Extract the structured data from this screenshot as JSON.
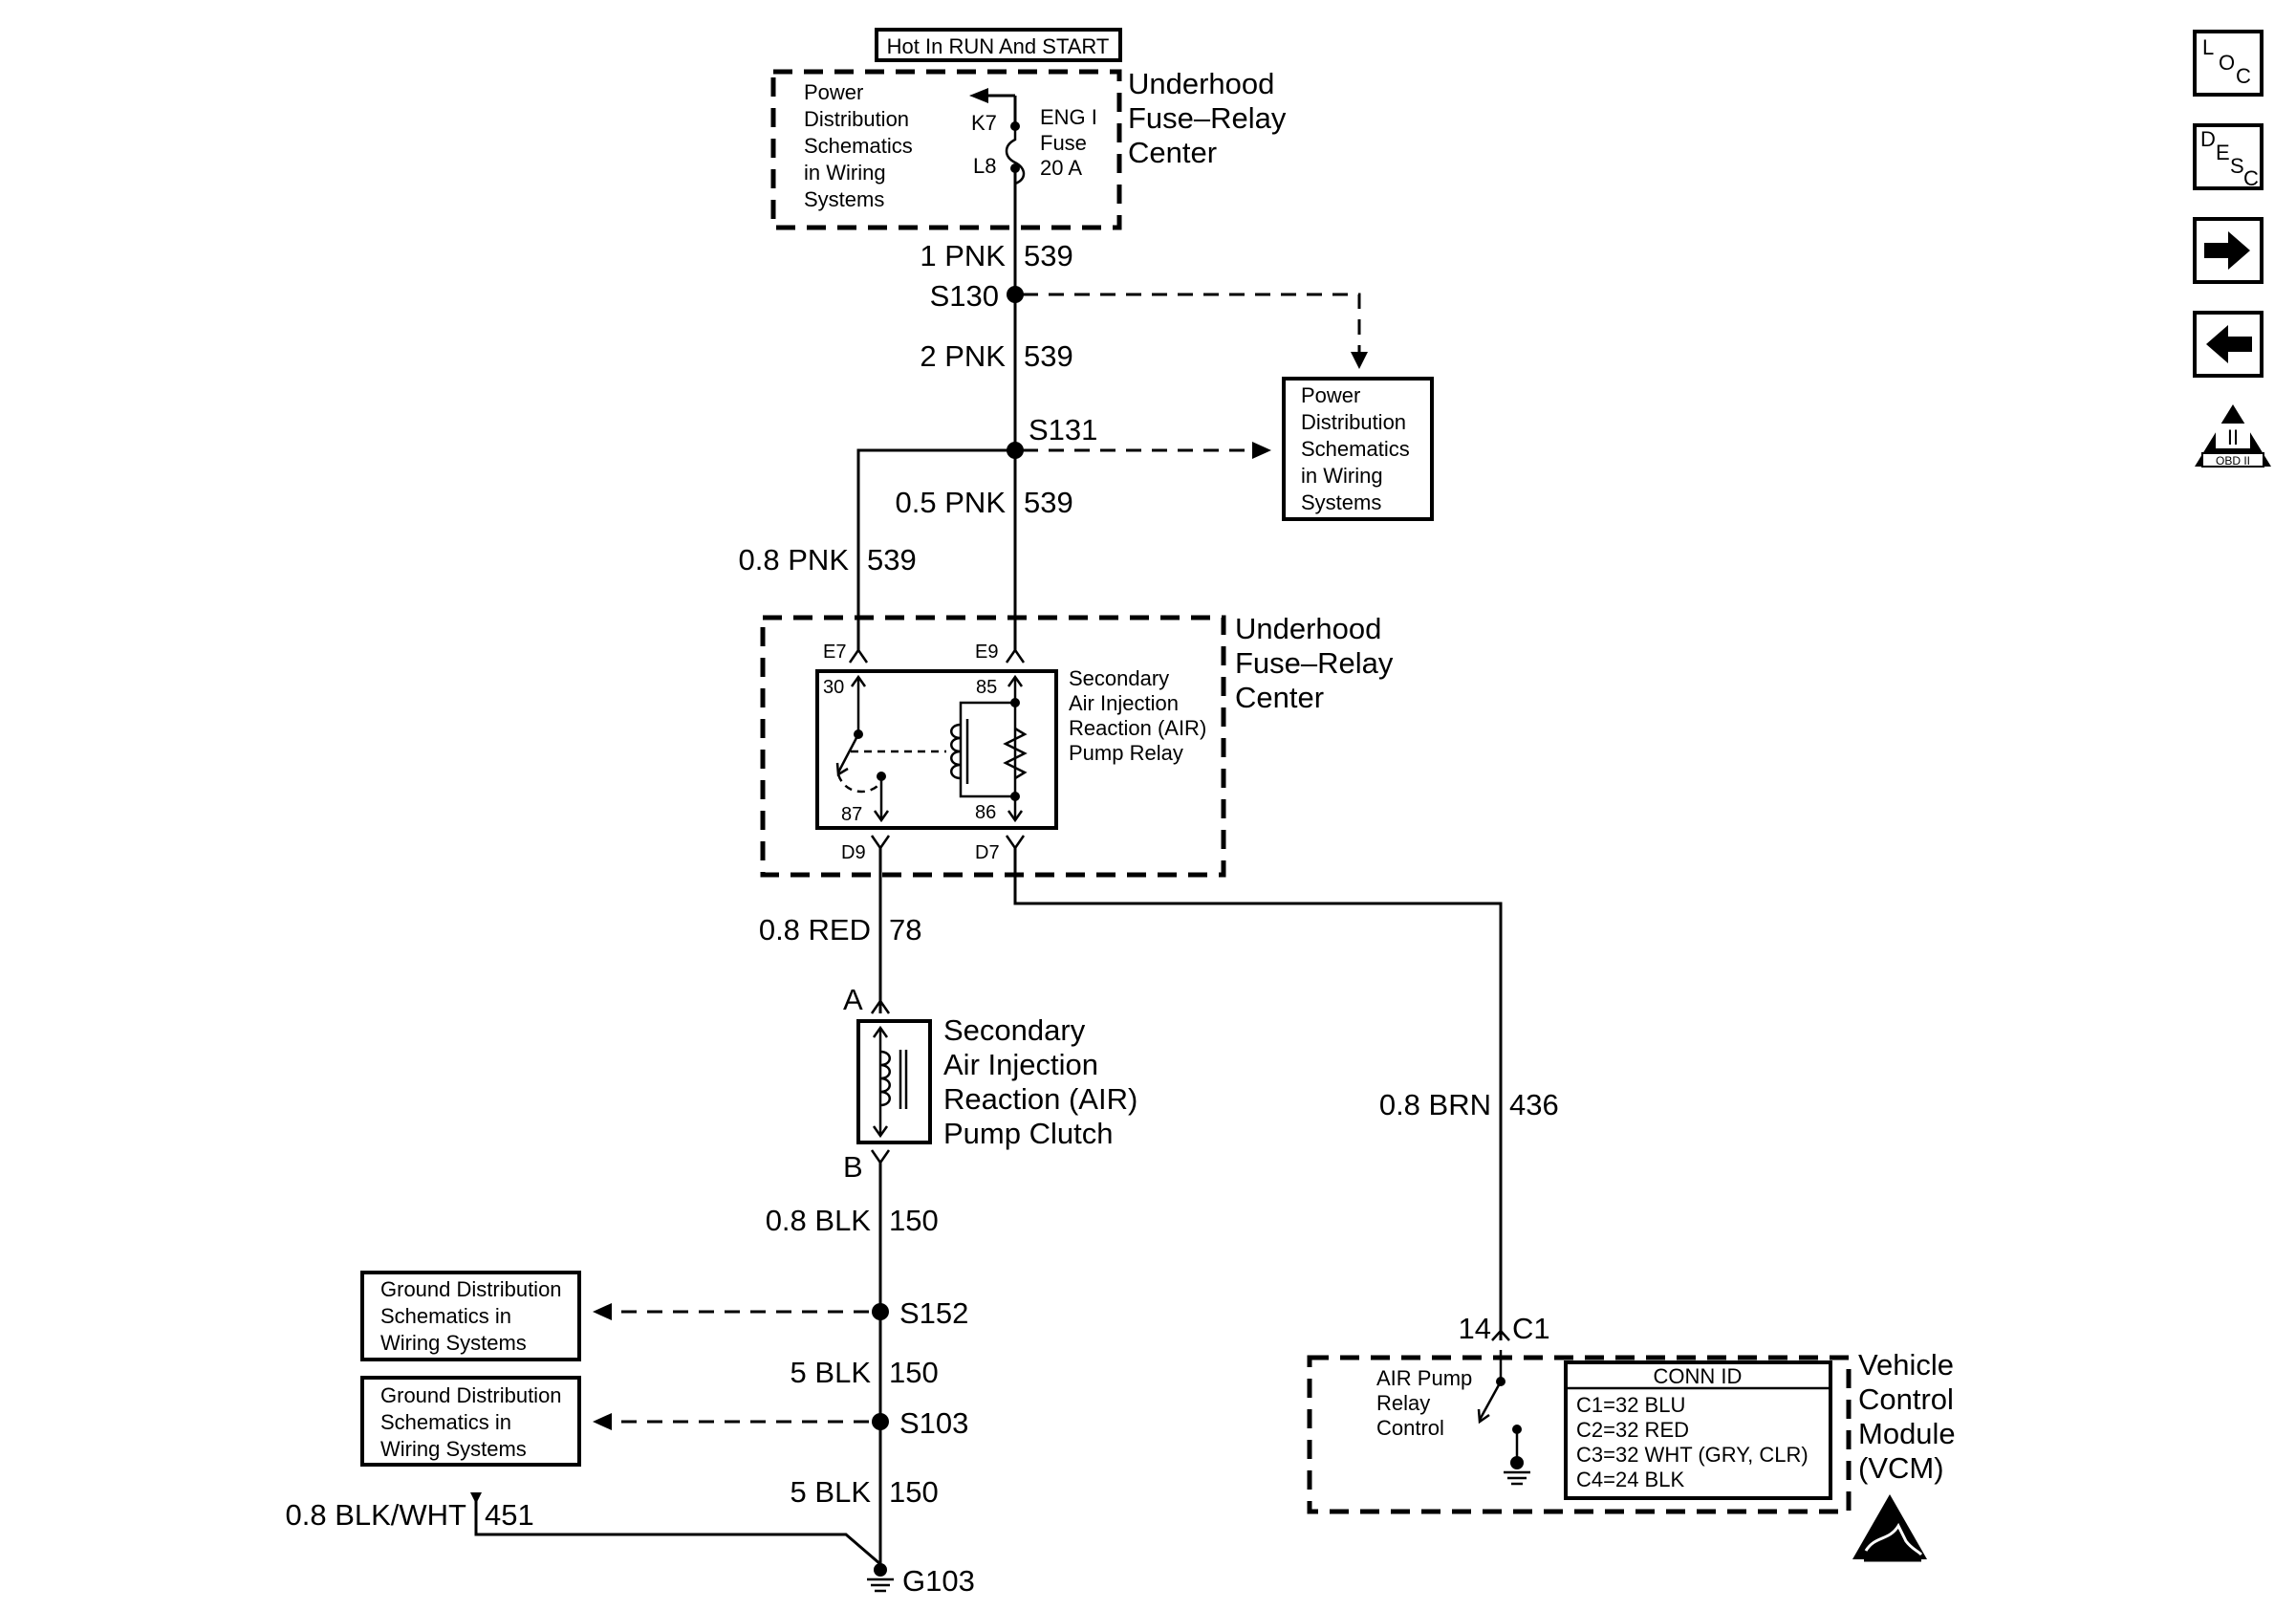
{
  "top_label": "Hot In RUN And START",
  "fuse_relay_center_top": {
    "title_lines": [
      "Underhood",
      "Fuse–Relay",
      "Center"
    ],
    "power_dist_lines": [
      "Power",
      "Distribution",
      "Schematics",
      "in Wiring",
      "Systems"
    ],
    "pin_in": "K7",
    "pin_out": "L8",
    "fuse_lines": [
      "ENG I",
      "Fuse",
      "20 A"
    ]
  },
  "wires": {
    "w1": {
      "gauge_color": "1 PNK",
      "circuit": "539"
    },
    "w2": {
      "gauge_color": "2 PNK",
      "circuit": "539"
    },
    "w3": {
      "gauge_color": "0.5 PNK",
      "circuit": "539"
    },
    "w4": {
      "gauge_color": "0.8 PNK",
      "circuit": "539"
    },
    "w5": {
      "gauge_color": "0.8 RED",
      "circuit": "78"
    },
    "w6": {
      "gauge_color": "0.8 BRN",
      "circuit": "436"
    },
    "w7": {
      "gauge_color": "0.8 BLK",
      "circuit": "150"
    },
    "w8": {
      "gauge_color": "5 BLK",
      "circuit": "150"
    },
    "w9": {
      "gauge_color": "5 BLK",
      "circuit": "150"
    },
    "w10": {
      "gauge_color": "0.8 BLK/WHT",
      "circuit": "451"
    }
  },
  "splices": {
    "s130": "S130",
    "s131": "S131",
    "s152": "S152",
    "s103": "S103"
  },
  "ground": "G103",
  "power_dist_right_lines": [
    "Power",
    "Distribution",
    "Schematics",
    "in Wiring",
    "Systems"
  ],
  "relay_center": {
    "title_lines": [
      "Underhood",
      "Fuse–Relay",
      "Center"
    ],
    "pins": {
      "e7": "E7",
      "e9": "E9",
      "d9": "D9",
      "d7": "D7"
    },
    "relay_pins": {
      "p30": "30",
      "p85": "85",
      "p87": "87",
      "p86": "86"
    },
    "relay_lines": [
      "Secondary",
      "Air Injection",
      "Reaction (AIR)",
      "Pump Relay"
    ]
  },
  "clutch": {
    "pin_a": "A",
    "pin_b": "B",
    "lines": [
      "Secondary",
      "Air Injection",
      "Reaction (AIR)",
      "Pump Clutch"
    ]
  },
  "ground_dist_1": [
    "Ground Distribution",
    "Schematics in",
    "Wiring Systems"
  ],
  "ground_dist_2": [
    "Ground Distribution",
    "Schematics in",
    "Wiring Systems"
  ],
  "vcm": {
    "pin": "14",
    "connector": "C1",
    "control_lines": [
      "AIR Pump",
      "Relay",
      "Control"
    ],
    "conn_id_title": "CONN ID",
    "conn_ids": [
      "C1=32 BLU",
      "C2=32 RED",
      "C3=32 WHT (GRY, CLR)",
      "C4=24 BLK"
    ],
    "title_lines": [
      "Vehicle",
      "Control",
      "Module",
      "(VCM)"
    ]
  },
  "side_icons": {
    "loc": {
      "l1": "L",
      "l2": "O",
      "l3": "C"
    },
    "desc": {
      "l1": "D",
      "l2": "E",
      "l3": "S",
      "l4": "C"
    },
    "obd": {
      "numeral": "II",
      "label": "OBD II"
    },
    "icons": [
      "loc-icon",
      "desc-icon",
      "arrow-right-icon",
      "arrow-left-icon",
      "obd-ii-icon"
    ]
  }
}
